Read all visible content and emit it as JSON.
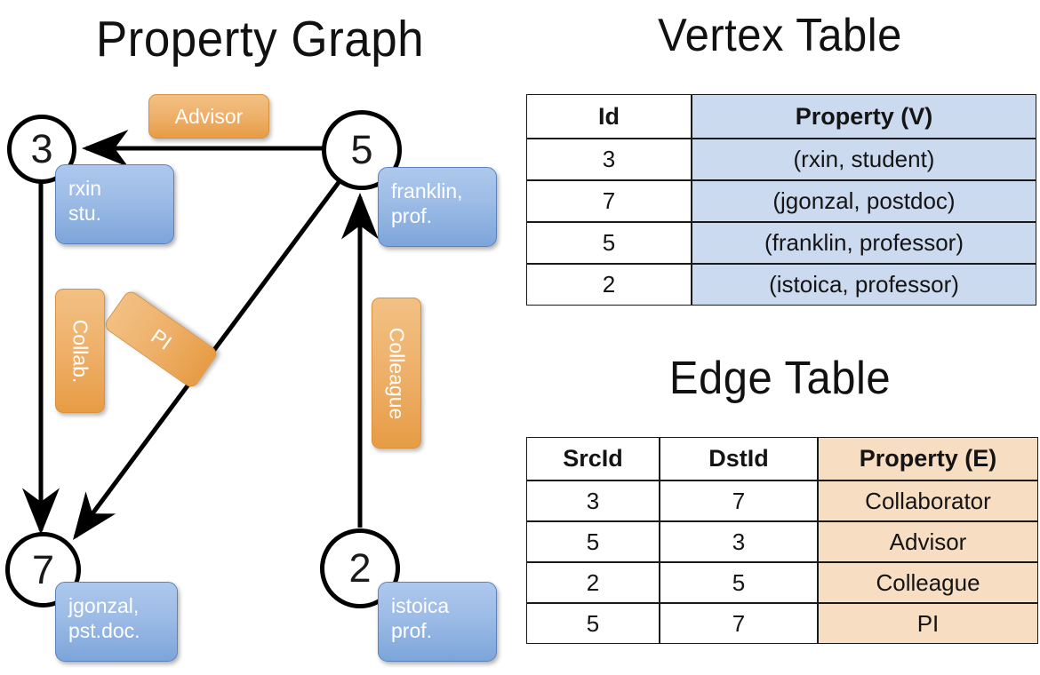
{
  "titles": {
    "property_graph": "Property Graph",
    "vertex_table": "Vertex Table",
    "edge_table": "Edge Table"
  },
  "graph": {
    "nodes": [
      {
        "id": "3",
        "property_lines": [
          "rxin",
          "stu."
        ]
      },
      {
        "id": "5",
        "property_lines": [
          "franklin,",
          "prof."
        ]
      },
      {
        "id": "7",
        "property_lines": [
          "jgonzal,",
          "pst.doc."
        ]
      },
      {
        "id": "2",
        "property_lines": [
          "istoica",
          "prof."
        ]
      }
    ],
    "edge_labels": [
      {
        "name": "advisor",
        "text": "Advisor"
      },
      {
        "name": "collab",
        "text": "Collab."
      },
      {
        "name": "pi",
        "text": "PI"
      },
      {
        "name": "colleague",
        "text": "Colleague"
      }
    ]
  },
  "vertex_table": {
    "headers": [
      "Id",
      "Property (V)"
    ],
    "rows": [
      [
        "3",
        "(rxin, student)"
      ],
      [
        "7",
        "(jgonzal, postdoc)"
      ],
      [
        "5",
        "(franklin, professor)"
      ],
      [
        "2",
        "(istoica, professor)"
      ]
    ]
  },
  "edge_table": {
    "headers": [
      "SrcId",
      "DstId",
      "Property (E)"
    ],
    "rows": [
      [
        "3",
        "7",
        "Collaborator"
      ],
      [
        "5",
        "3",
        "Advisor"
      ],
      [
        "2",
        "5",
        "Colleague"
      ],
      [
        "5",
        "7",
        "PI"
      ]
    ]
  },
  "colors": {
    "vertex_property_fill": "#ccdaf0",
    "edge_property_fill": "#f7ddc2",
    "node_box_blue": "#9cbbe6",
    "edge_label_orange": "#eeb06a",
    "stroke": "#000000",
    "background": "#ffffff"
  }
}
